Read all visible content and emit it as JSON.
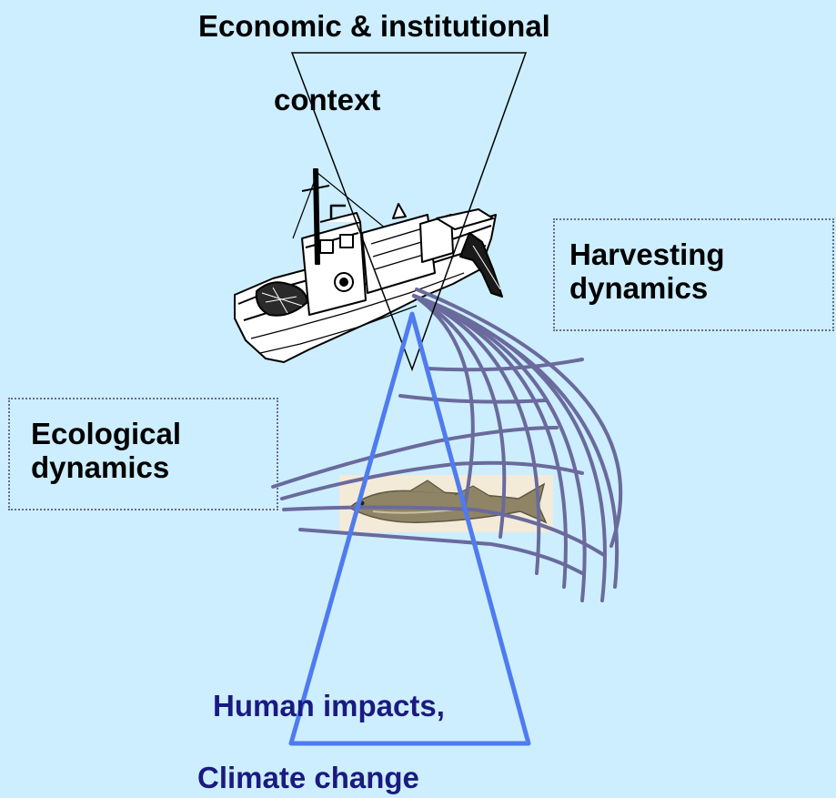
{
  "labels": {
    "economic_line1": "Economic & institutional",
    "economic_line2": "context",
    "harvesting": "Harvesting dynamics",
    "ecological": "Ecological dynamics",
    "human_impacts": "Human impacts,",
    "climate_change": "Climate change"
  },
  "colors": {
    "background": "#cdeeff",
    "black_text": "#000000",
    "navy_text": "#1a1a80",
    "blue_triangle": "#4f7bef",
    "dome_arcs": "#6a6a9c",
    "box_border": "#6a6a8a"
  },
  "icons": [
    "fishing-boat-icon",
    "fish-icon"
  ]
}
